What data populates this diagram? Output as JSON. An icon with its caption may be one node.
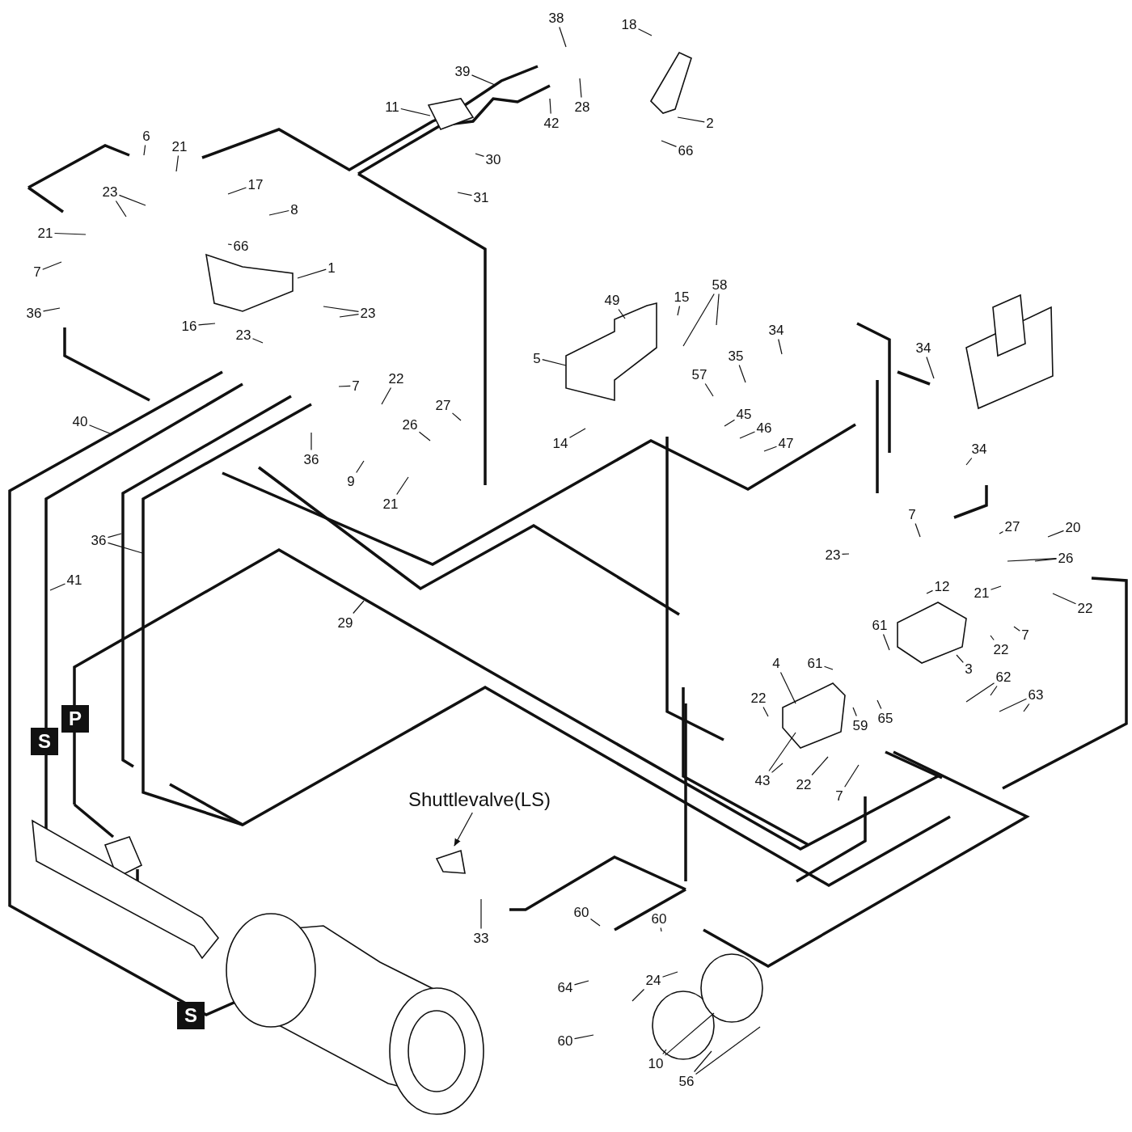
{
  "diagram": {
    "nodes": [
      {
        "text": [
          "38"
        ]
      },
      {
        "text": [
          "18"
        ]
      },
      {
        "text": [
          "39"
        ]
      },
      {
        "text": [
          "11"
        ]
      },
      {
        "text": [
          "42"
        ]
      },
      {
        "text": [
          "28"
        ]
      },
      {
        "text": [
          "2"
        ]
      },
      {
        "text": [
          "6"
        ]
      },
      {
        "text": [
          "21"
        ]
      },
      {
        "text": [
          "30"
        ]
      },
      {
        "text": [
          "66"
        ]
      },
      {
        "text": [
          "17"
        ]
      },
      {
        "text": [
          "23"
        ]
      },
      {
        "text": [
          "31"
        ]
      },
      {
        "text": [
          "8"
        ]
      },
      {
        "text": [
          "21"
        ]
      },
      {
        "text": [
          "66"
        ]
      },
      {
        "text": [
          "7"
        ]
      },
      {
        "text": [
          "1"
        ]
      },
      {
        "text": [
          "36"
        ]
      },
      {
        "text": [
          "23"
        ]
      },
      {
        "text": [
          "16"
        ]
      },
      {
        "text": [
          "23"
        ]
      },
      {
        "text": [
          "49"
        ]
      },
      {
        "text": [
          "15"
        ]
      },
      {
        "text": [
          "58"
        ]
      },
      {
        "text": [
          "34"
        ]
      },
      {
        "text": [
          "5"
        ]
      },
      {
        "text": [
          "34"
        ]
      },
      {
        "text": [
          "35"
        ]
      },
      {
        "text": [
          "22"
        ]
      },
      {
        "text": [
          "7"
        ]
      },
      {
        "text": [
          "57"
        ]
      },
      {
        "text": [
          "27"
        ]
      },
      {
        "text": [
          "26"
        ]
      },
      {
        "text": [
          "45"
        ]
      },
      {
        "text": [
          "46"
        ]
      },
      {
        "text": [
          "40"
        ]
      },
      {
        "text": [
          "36"
        ]
      },
      {
        "text": [
          "47"
        ]
      },
      {
        "text": [
          "14"
        ]
      },
      {
        "text": [
          "9"
        ]
      },
      {
        "text": [
          "34"
        ]
      },
      {
        "text": [
          "21"
        ]
      },
      {
        "text": [
          "36"
        ]
      },
      {
        "text": [
          "7"
        ]
      },
      {
        "text": [
          "27"
        ]
      },
      {
        "text": [
          "20"
        ]
      },
      {
        "text": [
          "23"
        ]
      },
      {
        "text": [
          "26"
        ]
      },
      {
        "text": [
          "12"
        ]
      },
      {
        "text": [
          "41"
        ]
      },
      {
        "text": [
          "21"
        ]
      },
      {
        "text": [
          "22"
        ]
      },
      {
        "text": [
          "29"
        ]
      },
      {
        "text": [
          "7"
        ]
      },
      {
        "text": [
          "61"
        ]
      },
      {
        "text": [
          "22"
        ]
      },
      {
        "text": [
          "3"
        ]
      },
      {
        "text": [
          "4"
        ]
      },
      {
        "text": [
          "61"
        ]
      },
      {
        "text": [
          "62"
        ]
      },
      {
        "text": [
          "63"
        ]
      },
      {
        "text": [
          "22"
        ]
      },
      {
        "text": [
          "59"
        ]
      },
      {
        "text": [
          "65"
        ]
      },
      {
        "text": [
          "43"
        ]
      },
      {
        "text": [
          "22"
        ]
      },
      {
        "text": [
          "7"
        ]
      },
      {
        "text": [
          "Shuttlevalve(LS)"
        ]
      },
      {
        "text": [
          "60"
        ]
      },
      {
        "text": [
          "60"
        ]
      },
      {
        "text": [
          "33"
        ]
      },
      {
        "text": [
          "64"
        ]
      },
      {
        "text": [
          "24"
        ]
      },
      {
        "text": [
          "60"
        ]
      },
      {
        "text": [
          "10"
        ]
      },
      {
        "text": [
          "56"
        ]
      },
      {
        "text": [
          "P"
        ]
      },
      {
        "text": [
          "S"
        ]
      },
      {
        "text": [
          "S"
        ]
      }
    ],
    "edges": [
      {
        "from": 0,
        "to": null,
        "arrow": "none"
      },
      {
        "from": 1,
        "to": null,
        "arrow": "none"
      },
      {
        "from": 2,
        "to": null,
        "arrow": "none"
      },
      {
        "from": 3,
        "to": null,
        "arrow": "none"
      },
      {
        "from": 4,
        "to": null,
        "arrow": "none"
      },
      {
        "from": 5,
        "to": null,
        "arrow": "none"
      },
      {
        "from": 6,
        "to": null,
        "arrow": "none"
      },
      {
        "from": 7,
        "to": null,
        "arrow": "none"
      },
      {
        "from": 8,
        "to": null,
        "arrow": "none"
      },
      {
        "from": 9,
        "to": null,
        "arrow": "none"
      },
      {
        "from": 10,
        "to": null,
        "arrow": "none"
      },
      {
        "from": 11,
        "to": null,
        "arrow": "none"
      },
      {
        "from": 12,
        "to": null,
        "arrow": "none"
      },
      {
        "from": 12,
        "to": null,
        "arrow": "none"
      },
      {
        "from": 13,
        "to": null,
        "arrow": "none"
      },
      {
        "from": 14,
        "to": null,
        "arrow": "none"
      },
      {
        "from": 15,
        "to": null,
        "arrow": "none"
      },
      {
        "from": 16,
        "to": null,
        "arrow": "none"
      },
      {
        "from": 17,
        "to": null,
        "arrow": "none"
      },
      {
        "from": 18,
        "to": null,
        "arrow": "none"
      },
      {
        "from": 19,
        "to": null,
        "arrow": "none"
      },
      {
        "from": 20,
        "to": null,
        "arrow": "none"
      },
      {
        "from": 20,
        "to": null,
        "arrow": "none"
      },
      {
        "from": 21,
        "to": null,
        "arrow": "none"
      },
      {
        "from": 22,
        "to": null,
        "arrow": "none"
      },
      {
        "from": 23,
        "to": null,
        "arrow": "none"
      },
      {
        "from": 24,
        "to": null,
        "arrow": "none"
      },
      {
        "from": 25,
        "to": null,
        "arrow": "none"
      },
      {
        "from": 25,
        "to": null,
        "arrow": "none"
      },
      {
        "from": 26,
        "to": null,
        "arrow": "none"
      },
      {
        "from": 27,
        "to": null,
        "arrow": "none"
      },
      {
        "from": 28,
        "to": null,
        "arrow": "none"
      },
      {
        "from": 29,
        "to": null,
        "arrow": "none"
      },
      {
        "from": 30,
        "to": null,
        "arrow": "none"
      },
      {
        "from": 31,
        "to": null,
        "arrow": "none"
      },
      {
        "from": 32,
        "to": null,
        "arrow": "none"
      },
      {
        "from": 33,
        "to": null,
        "arrow": "none"
      },
      {
        "from": 34,
        "to": null,
        "arrow": "none"
      },
      {
        "from": 35,
        "to": null,
        "arrow": "none"
      },
      {
        "from": 36,
        "to": null,
        "arrow": "none"
      },
      {
        "from": 37,
        "to": null,
        "arrow": "none"
      },
      {
        "from": 38,
        "to": null,
        "arrow": "none"
      },
      {
        "from": 39,
        "to": null,
        "arrow": "none"
      },
      {
        "from": 40,
        "to": null,
        "arrow": "none"
      },
      {
        "from": 41,
        "to": null,
        "arrow": "none"
      },
      {
        "from": 42,
        "to": null,
        "arrow": "none"
      },
      {
        "from": 43,
        "to": null,
        "arrow": "none"
      },
      {
        "from": 44,
        "to": null,
        "arrow": "none"
      },
      {
        "from": 44,
        "to": null,
        "arrow": "none"
      },
      {
        "from": 45,
        "to": null,
        "arrow": "none"
      },
      {
        "from": 46,
        "to": null,
        "arrow": "none"
      },
      {
        "from": 47,
        "to": null,
        "arrow": "none"
      },
      {
        "from": 48,
        "to": null,
        "arrow": "none"
      },
      {
        "from": 49,
        "to": null,
        "arrow": "none"
      },
      {
        "from": 49,
        "to": null,
        "arrow": "none"
      },
      {
        "from": 50,
        "to": null,
        "arrow": "none"
      },
      {
        "from": 51,
        "to": null,
        "arrow": "none"
      },
      {
        "from": 52,
        "to": null,
        "arrow": "none"
      },
      {
        "from": 53,
        "to": null,
        "arrow": "none"
      },
      {
        "from": 54,
        "to": null,
        "arrow": "none"
      },
      {
        "from": 55,
        "to": null,
        "arrow": "none"
      },
      {
        "from": 56,
        "to": null,
        "arrow": "none"
      },
      {
        "from": 57,
        "to": null,
        "arrow": "none"
      },
      {
        "from": 58,
        "to": null,
        "arrow": "none"
      },
      {
        "from": 59,
        "to": null,
        "arrow": "none"
      },
      {
        "from": 60,
        "to": null,
        "arrow": "none"
      },
      {
        "from": 61,
        "to": null,
        "arrow": "none"
      },
      {
        "from": 61,
        "to": null,
        "arrow": "none"
      },
      {
        "from": 62,
        "to": null,
        "arrow": "none"
      },
      {
        "from": 62,
        "to": null,
        "arrow": "none"
      },
      {
        "from": 63,
        "to": null,
        "arrow": "none"
      },
      {
        "from": 64,
        "to": null,
        "arrow": "none"
      },
      {
        "from": 65,
        "to": null,
        "arrow": "none"
      },
      {
        "from": 66,
        "to": null,
        "arrow": "none"
      },
      {
        "from": 66,
        "to": null,
        "arrow": "none"
      },
      {
        "from": 67,
        "to": null,
        "arrow": "none"
      },
      {
        "from": 68,
        "to": null,
        "arrow": "none"
      },
      {
        "from": 69,
        "to": null,
        "arrow": "to"
      },
      {
        "from": 70,
        "to": null,
        "arrow": "none"
      },
      {
        "from": 71,
        "to": null,
        "arrow": "none"
      },
      {
        "from": 72,
        "to": null,
        "arrow": "none"
      },
      {
        "from": 73,
        "to": null,
        "arrow": "none"
      },
      {
        "from": 74,
        "to": null,
        "arrow": "none"
      },
      {
        "from": 74,
        "to": null,
        "arrow": "none"
      },
      {
        "from": 75,
        "to": null,
        "arrow": "none"
      },
      {
        "from": 76,
        "to": null,
        "arrow": "none"
      },
      {
        "from": 76,
        "to": null,
        "arrow": "none"
      },
      {
        "from": 77,
        "to": null,
        "arrow": "none"
      },
      {
        "from": 77,
        "to": null,
        "arrow": "none"
      }
    ]
  }
}
